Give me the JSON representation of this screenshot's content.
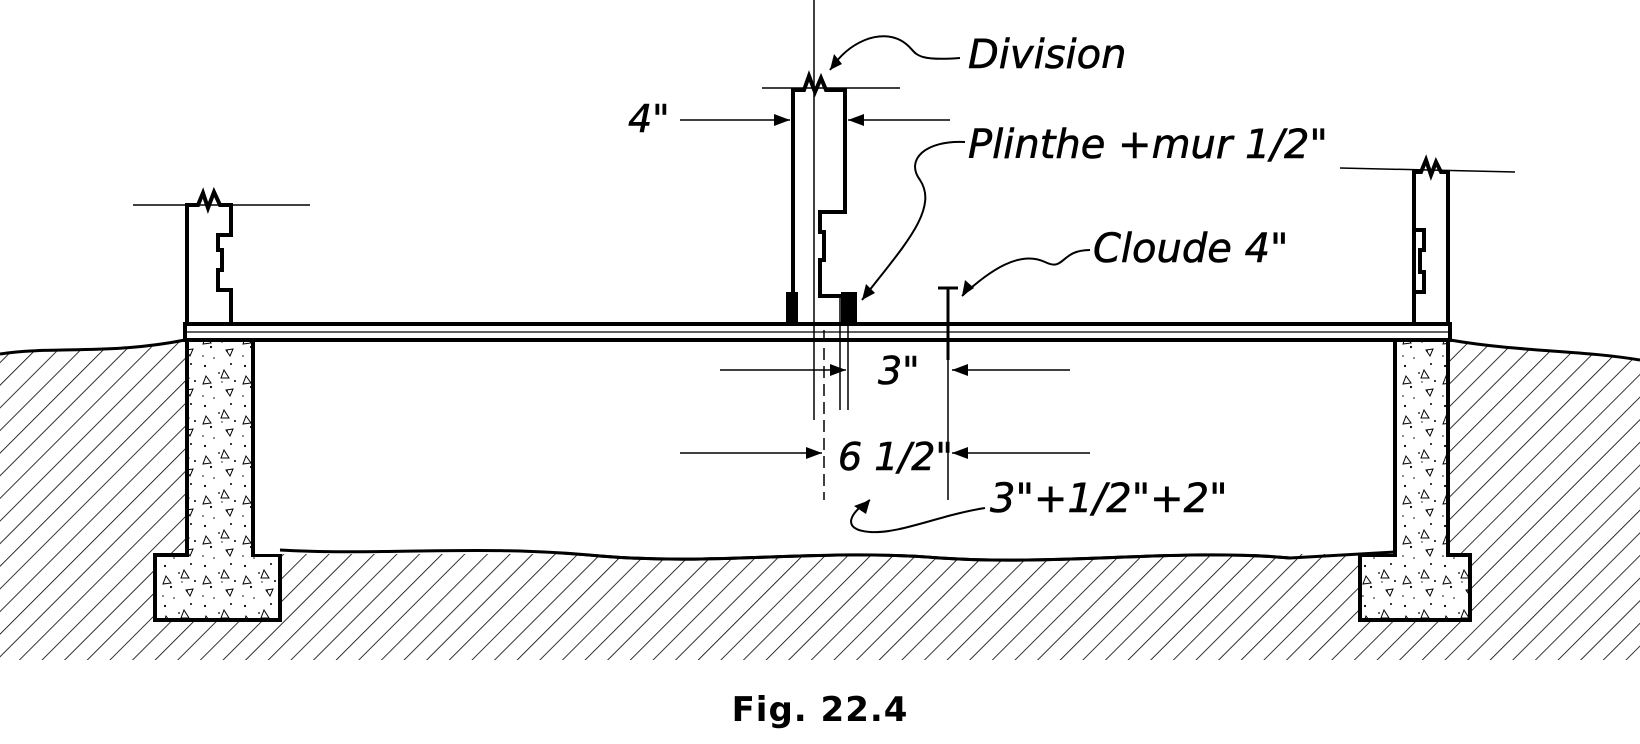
{
  "labels": {
    "division": "Division",
    "plinthe": "Plinthe +mur 1/2\"",
    "cloude": "Cloude 4\"",
    "dim_4": "4\"",
    "dim_3": "3\"",
    "dim_6_5": "6 1/2\"",
    "formula": "3\"+1/2\"+2\""
  },
  "caption": "Fig. 22.4"
}
